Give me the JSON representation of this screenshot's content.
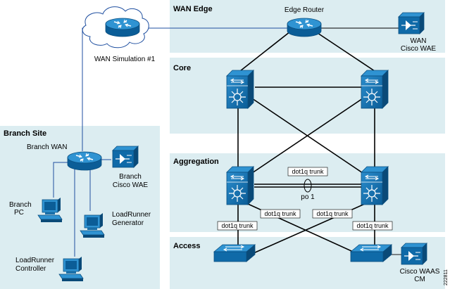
{
  "zones": {
    "wan_edge": "WAN Edge",
    "core": "Core",
    "aggregation": "Aggregation",
    "access": "Access",
    "branch_site": "Branch Site"
  },
  "devices": {
    "edge_router": "Edge Router",
    "wan_simulation": "WAN Simulation #1",
    "wan_waas_line1": "WAN",
    "wan_waas_line2": "Cisco WAE",
    "branch_wan": "Branch WAN",
    "branch_waas_line1": "Branch",
    "branch_waas_line2": "Cisco WAE",
    "branch_pc_line1": "Branch",
    "branch_pc_line2": "PC",
    "lr_generator_line1": "LoadRunner",
    "lr_generator_line2": "Generator",
    "lr_controller_line1": "LoadRunner",
    "lr_controller_line2": "Controller",
    "waas_cm_line1": "Cisco WAAS",
    "waas_cm_line2": "CM"
  },
  "links": {
    "trunk_agg_top": "dot1q trunk",
    "port_channel": "po 1",
    "trunk_agg_left_cross": "dot1q trunk",
    "trunk_agg_right_cross": "dot1q trunk",
    "trunk_access_left": "dot1q trunk",
    "trunk_access_right": "dot1q trunk"
  },
  "figure_id": "222811",
  "colors": {
    "zone_fill": "#dcedf1",
    "device_blue": "#1070b0",
    "device_dark": "#0b4f80"
  }
}
